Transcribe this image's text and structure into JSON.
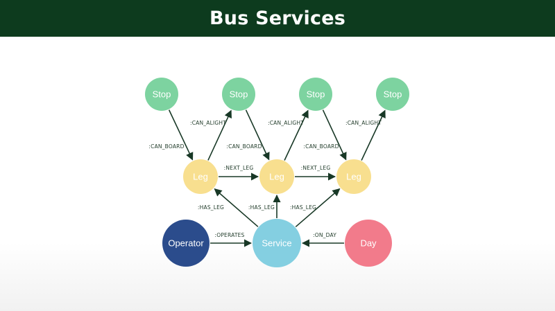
{
  "header": {
    "title": "Bus Services"
  },
  "colors": {
    "header_bg": "#0d3b1e",
    "stop": "#7dd3a0",
    "leg": "#f8df8f",
    "operator": "#2b4c8c",
    "service": "#84cfe1",
    "day": "#f27b8b",
    "edge": "#183826"
  },
  "diagram": {
    "nodes": [
      {
        "id": "stop1",
        "label": "Stop",
        "kind": "stop"
      },
      {
        "id": "stop2",
        "label": "Stop",
        "kind": "stop"
      },
      {
        "id": "stop3",
        "label": "Stop",
        "kind": "stop"
      },
      {
        "id": "stop4",
        "label": "Stop",
        "kind": "stop"
      },
      {
        "id": "leg1",
        "label": "Leg",
        "kind": "leg"
      },
      {
        "id": "leg2",
        "label": "Leg",
        "kind": "leg"
      },
      {
        "id": "leg3",
        "label": "Leg",
        "kind": "leg"
      },
      {
        "id": "operator",
        "label": "Operator",
        "kind": "operator"
      },
      {
        "id": "service",
        "label": "Service",
        "kind": "service"
      },
      {
        "id": "day",
        "label": "Day",
        "kind": "day"
      }
    ],
    "edges": [
      {
        "from": "stop1",
        "to": "leg1",
        "label": ":CAN_BOARD"
      },
      {
        "from": "leg1",
        "to": "stop2",
        "label": ":CAN_ALIGHT"
      },
      {
        "from": "stop2",
        "to": "leg2",
        "label": ":CAN_BOARD"
      },
      {
        "from": "leg2",
        "to": "stop3",
        "label": ":CAN_ALIGHT"
      },
      {
        "from": "stop3",
        "to": "leg3",
        "label": ":CAN_BOARD"
      },
      {
        "from": "leg3",
        "to": "stop4",
        "label": ":CAN_ALIGHT"
      },
      {
        "from": "leg1",
        "to": "leg2",
        "label": ":NEXT_LEG"
      },
      {
        "from": "leg2",
        "to": "leg3",
        "label": ":NEXT_LEG"
      },
      {
        "from": "service",
        "to": "leg1",
        "label": ":HAS_LEG"
      },
      {
        "from": "service",
        "to": "leg2",
        "label": ":HAS_LEG"
      },
      {
        "from": "service",
        "to": "leg3",
        "label": ":HAS_LEG"
      },
      {
        "from": "operator",
        "to": "service",
        "label": ":OPERATES"
      },
      {
        "from": "day",
        "to": "service",
        "label": ":ON_DAY"
      }
    ]
  }
}
